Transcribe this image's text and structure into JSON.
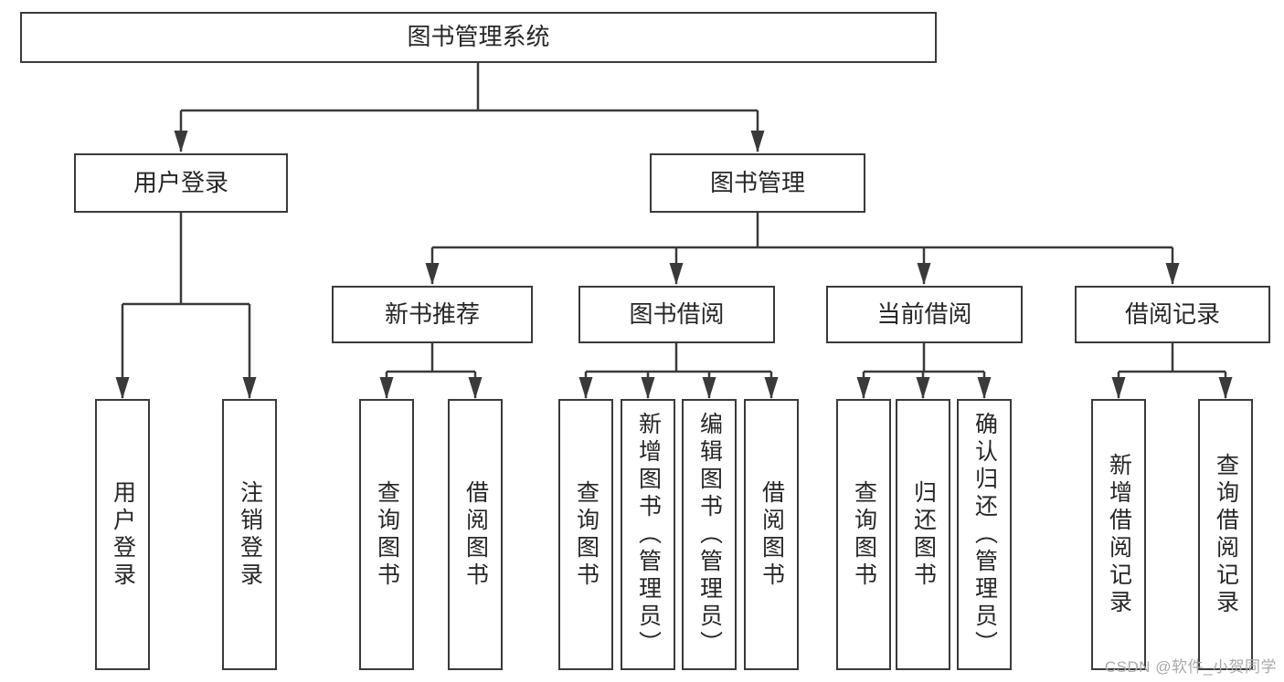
{
  "diagram_type": "hierarchical function structure chart",
  "tree": {
    "root": {
      "label": "图书管理系统"
    },
    "children": [
      {
        "label": "用户登录",
        "children": [
          {
            "label": "用户登录"
          },
          {
            "label": "注销登录"
          }
        ]
      },
      {
        "label": "图书管理",
        "children": [
          {
            "label": "新书推荐",
            "children": [
              {
                "label": "查询图书"
              },
              {
                "label": "借阅图书"
              }
            ]
          },
          {
            "label": "图书借阅",
            "children": [
              {
                "label": "查询图书"
              },
              {
                "label": "新增图书（管理员）"
              },
              {
                "label": "编辑图书（管理员）"
              },
              {
                "label": "借阅图书"
              }
            ]
          },
          {
            "label": "当前借阅",
            "children": [
              {
                "label": "查询图书"
              },
              {
                "label": "归还图书"
              },
              {
                "label": "确认归还（管理员）"
              }
            ]
          },
          {
            "label": "借阅记录",
            "children": [
              {
                "label": "新增借阅记录"
              },
              {
                "label": "查询借阅记录"
              }
            ]
          }
        ]
      }
    ]
  },
  "watermark": {
    "text": "CSDN @软件_小贺同学"
  },
  "colors": {
    "line": "#3a3a3a",
    "box_border": "#3a3a3a",
    "box_fill": "#ffffff",
    "text": "#262626",
    "watermark": "#a9a9a9",
    "background": "#ffffff"
  }
}
